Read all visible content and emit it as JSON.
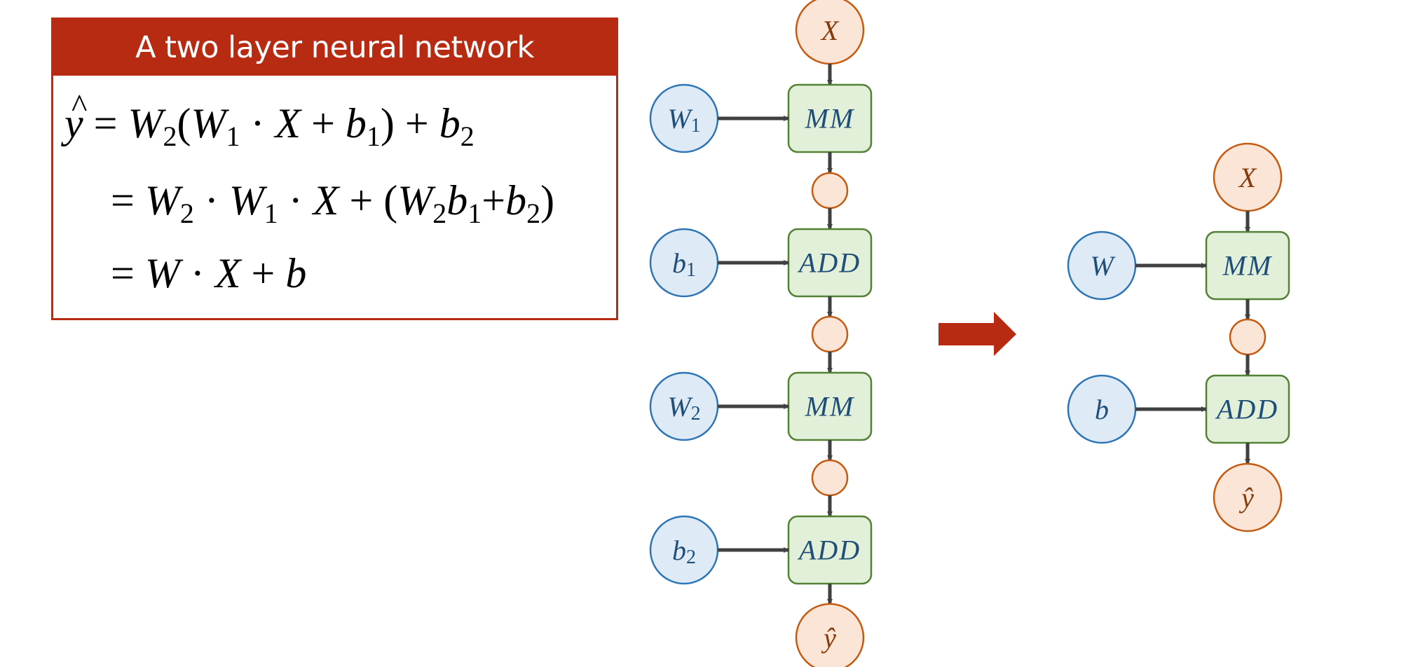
{
  "equation_box": {
    "title": "A two layer neural network",
    "lines": [
      [
        {
          "t": "y",
          "cls": "hat"
        },
        {
          "t": " = ",
          "cls": "op"
        },
        {
          "t": "W",
          "cls": "v"
        },
        {
          "t": "2",
          "cls": "sub"
        },
        {
          "t": "(",
          "cls": "op"
        },
        {
          "t": "W",
          "cls": "v"
        },
        {
          "t": "1",
          "cls": "sub"
        },
        {
          "t": " · ",
          "cls": "op"
        },
        {
          "t": "X",
          "cls": "v"
        },
        {
          "t": " + ",
          "cls": "op"
        },
        {
          "t": "b",
          "cls": "v"
        },
        {
          "t": "1",
          "cls": "sub"
        },
        {
          "t": ") + ",
          "cls": "op"
        },
        {
          "t": "b",
          "cls": "v"
        },
        {
          "t": "2",
          "cls": "sub"
        }
      ],
      [
        {
          "t": "= ",
          "cls": "op"
        },
        {
          "t": "W",
          "cls": "v"
        },
        {
          "t": "2",
          "cls": "sub"
        },
        {
          "t": " · ",
          "cls": "op"
        },
        {
          "t": "W",
          "cls": "v"
        },
        {
          "t": "1",
          "cls": "sub"
        },
        {
          "t": " · ",
          "cls": "op"
        },
        {
          "t": "X",
          "cls": "v"
        },
        {
          "t": " + (",
          "cls": "op"
        },
        {
          "t": "W",
          "cls": "v"
        },
        {
          "t": "2",
          "cls": "sub"
        },
        {
          "t": "b",
          "cls": "v"
        },
        {
          "t": "1",
          "cls": "sub"
        },
        {
          "t": "+",
          "cls": "op"
        },
        {
          "t": "b",
          "cls": "v"
        },
        {
          "t": "2",
          "cls": "sub"
        },
        {
          "t": ")",
          "cls": "op"
        }
      ],
      [
        {
          "t": "= ",
          "cls": "op"
        },
        {
          "t": "W",
          "cls": "v"
        },
        {
          "t": " · ",
          "cls": "op"
        },
        {
          "t": "X",
          "cls": "v"
        },
        {
          "t": " + ",
          "cls": "op"
        },
        {
          "t": "b",
          "cls": "v"
        }
      ]
    ]
  },
  "colors": {
    "accent_red": "#b62b12",
    "param_fill": "#deebf7",
    "param_stroke": "#2e75b6",
    "tensor_fill": "#fbe5d6",
    "tensor_stroke": "#c55a11",
    "op_fill": "#e2f0d9",
    "op_stroke": "#548235",
    "node_text_blue": "#1f4e79",
    "node_text_orange": "#843c0c",
    "edge": "#404040"
  },
  "diagram_before": {
    "input": {
      "label": "X",
      "sub": ""
    },
    "layers": [
      {
        "param": {
          "label": "W",
          "sub": "1"
        },
        "op": "MM"
      },
      {
        "param": {
          "label": "b",
          "sub": "1"
        },
        "op": "ADD"
      },
      {
        "param": {
          "label": "W",
          "sub": "2"
        },
        "op": "MM"
      },
      {
        "param": {
          "label": "b",
          "sub": "2"
        },
        "op": "ADD"
      }
    ],
    "output": {
      "label": "ŷ",
      "sub": ""
    }
  },
  "transform_arrow": {
    "icon": "right-arrow-icon"
  },
  "diagram_after": {
    "input": {
      "label": "X",
      "sub": ""
    },
    "layers": [
      {
        "param": {
          "label": "W",
          "sub": ""
        },
        "op": "MM"
      },
      {
        "param": {
          "label": "b",
          "sub": ""
        },
        "op": "ADD"
      }
    ],
    "output": {
      "label": "ŷ",
      "sub": ""
    }
  }
}
